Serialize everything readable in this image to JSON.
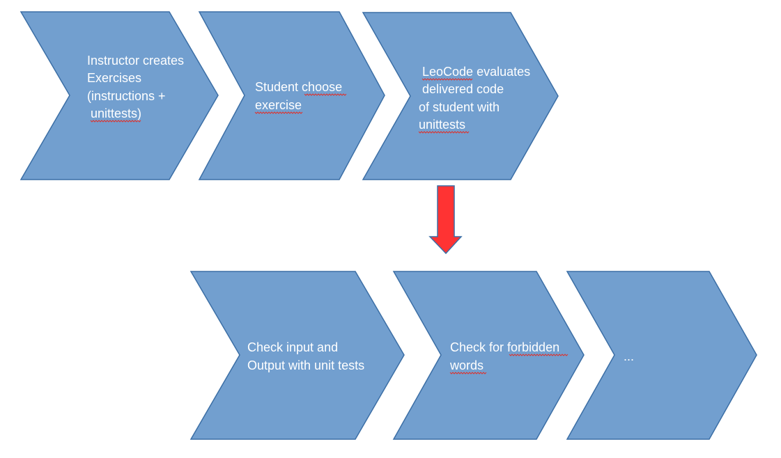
{
  "colors": {
    "chevron_fill": "#729fcf",
    "chevron_stroke": "#3b6ea5",
    "chevron_text": "#ffffff",
    "arrow_fill": "#ff3333",
    "arrow_stroke": "#3b6ea5",
    "spellcheck_underline": "#e0302a"
  },
  "top_row": [
    {
      "id": "instructor-creates",
      "lines": [
        "Instructor creates",
        "Exercises",
        "(instructions +",
        " unittests)"
      ]
    },
    {
      "id": "student-choose",
      "lines": [
        "Student choose",
        "exercise"
      ]
    },
    {
      "id": "leocode-evaluates",
      "lines": [
        " LeoCode evaluates",
        " delivered code",
        "of student with",
        "unittests"
      ]
    }
  ],
  "connector": {
    "icon": "down-arrow-icon"
  },
  "bottom_row": [
    {
      "id": "check-input-output",
      "lines": [
        "Check input and",
        "Output with unit tests"
      ]
    },
    {
      "id": "check-forbidden-words",
      "lines": [
        "Check for forbidden",
        "words"
      ]
    },
    {
      "id": "more-steps",
      "lines": [
        "..."
      ]
    }
  ]
}
